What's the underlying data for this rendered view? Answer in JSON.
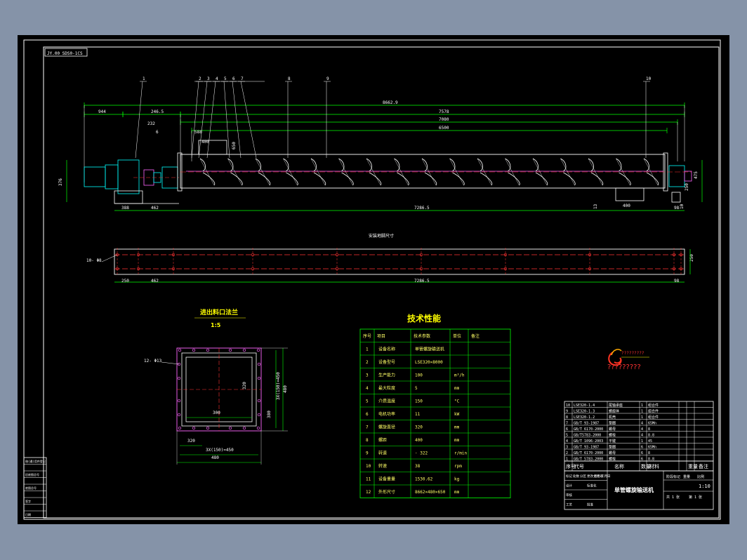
{
  "drawing": {
    "code": "JY.00 SDS0-1CS",
    "labels": {
      "top_section": "安装地脚尺寸",
      "flange_title": "进出料口法兰",
      "flange_scale": "1:5",
      "tech_title": "技术性能",
      "logo_text": "?????????",
      "main_title": "单管螺旋输送机"
    },
    "balloons": [
      "1",
      "2",
      "3",
      "4",
      "5",
      "6",
      "7",
      "8",
      "9",
      "10"
    ],
    "dims": {
      "overall": "8662.9",
      "d944": "944",
      "d2465": "246.5",
      "d7578": "7578",
      "d7080": "7080",
      "d6500": "6500",
      "d232": "232",
      "d6": "6",
      "d588": "588",
      "d400": "400",
      "d650": "650",
      "d376": "376",
      "d388": "388",
      "d462": "462",
      "d72865": "7286.5",
      "d13": "13",
      "d400b": "400",
      "d250": "250",
      "d475": "475",
      "d10": "10",
      "holes": "10- Φ8",
      "base_l": "250",
      "base_m": "462",
      "base_r": "7286.5",
      "base_e": "98",
      "base_h": "250",
      "fl_holes": "12- Φ13",
      "fl_a": "320",
      "fl_b": "300",
      "fl_c": "480",
      "fl_d": "3X(150)=450",
      "fl_e": "3X(150)=450",
      "fl_f": "380",
      "fl_g": "320"
    },
    "tech_table": {
      "headers": [
        "序号",
        "项目",
        "技术参数",
        "单位",
        "备注"
      ],
      "rows": [
        [
          "1",
          "设备名称",
          "单管螺旋输送机",
          "",
          ""
        ],
        [
          "2",
          "设备型号",
          "LSE320×8000",
          "",
          ""
        ],
        [
          "3",
          "生产能力",
          "100",
          "m³/h",
          ""
        ],
        [
          "4",
          "最大粒度",
          "5",
          "mm",
          ""
        ],
        [
          "5",
          "介质温度",
          "150",
          "°C",
          ""
        ],
        [
          "6",
          "电机功率",
          "11",
          "kW",
          ""
        ],
        [
          "7",
          "螺旋直径",
          "320",
          "mm",
          ""
        ],
        [
          "8",
          "螺距",
          "400",
          "mm",
          ""
        ],
        [
          "9",
          "转速",
          "· 322",
          "r/min",
          ""
        ],
        [
          "10",
          "转速",
          "38",
          "rpm",
          ""
        ],
        [
          "11",
          "设备重量",
          "1530.62",
          "kg",
          ""
        ],
        [
          "12",
          "外形尺寸",
          "8662×480×650",
          "mm",
          ""
        ]
      ]
    },
    "revisions": [
      [
        "标记",
        "处数",
        "分区",
        "更改文件号",
        "签名",
        "年月日"
      ],
      [
        "设计",
        "",
        "",
        "标准化",
        "",
        ""
      ],
      [
        "审核",
        "",
        "",
        "",
        "",
        ""
      ],
      [
        "工艺",
        "",
        "",
        "批准",
        "",
        ""
      ]
    ],
    "bom_header": [
      "序号",
      "代号",
      "名称",
      "数量",
      "材料",
      "重量",
      "备注"
    ],
    "bom_rows": [
      [
        "10",
        "LSE320-1.4",
        "尾轴承座",
        "1",
        "组合件",
        "",
        ""
      ],
      [
        "9",
        "LSE320-1.3",
        "螺旋体",
        "1",
        "组合件",
        "",
        ""
      ],
      [
        "8",
        "LSE320-1.2",
        "机壳",
        "1",
        "组合件",
        "",
        ""
      ],
      [
        "7",
        "GB/T 93-1987",
        "垫圈",
        "4",
        "65Mn",
        "",
        ""
      ],
      [
        "6",
        "GB/T 6170-2000",
        "螺母",
        "4",
        "8",
        "",
        ""
      ],
      [
        "5",
        "GB/T5783-2000",
        "螺栓",
        "4",
        "8.8",
        "",
        ""
      ],
      [
        "4",
        "GB/T 1096-2003",
        "平键",
        "1",
        "45",
        "",
        ""
      ],
      [
        "3",
        "GB/T 93-1987",
        "垫圈",
        "6",
        "65Mn",
        "",
        ""
      ],
      [
        "2",
        "GB/T 6170-2000",
        "螺母",
        "6",
        "8",
        "",
        ""
      ],
      [
        "1",
        "GB/T 5783-2000",
        "螺栓",
        "6",
        "8.8",
        "",
        ""
      ]
    ],
    "title_block": {
      "name": "单管螺旋输送机",
      "stage": "阶段标记",
      "weight": "重量",
      "scale": "比例",
      "scale_val": "1:10",
      "sheet": "共 1 张",
      "sheet2": "第 1 张"
    },
    "left_block": [
      "借(通)用件登记",
      "",
      "旧底图总号",
      "",
      "底图总号",
      "",
      "签字",
      "",
      "日期"
    ]
  }
}
